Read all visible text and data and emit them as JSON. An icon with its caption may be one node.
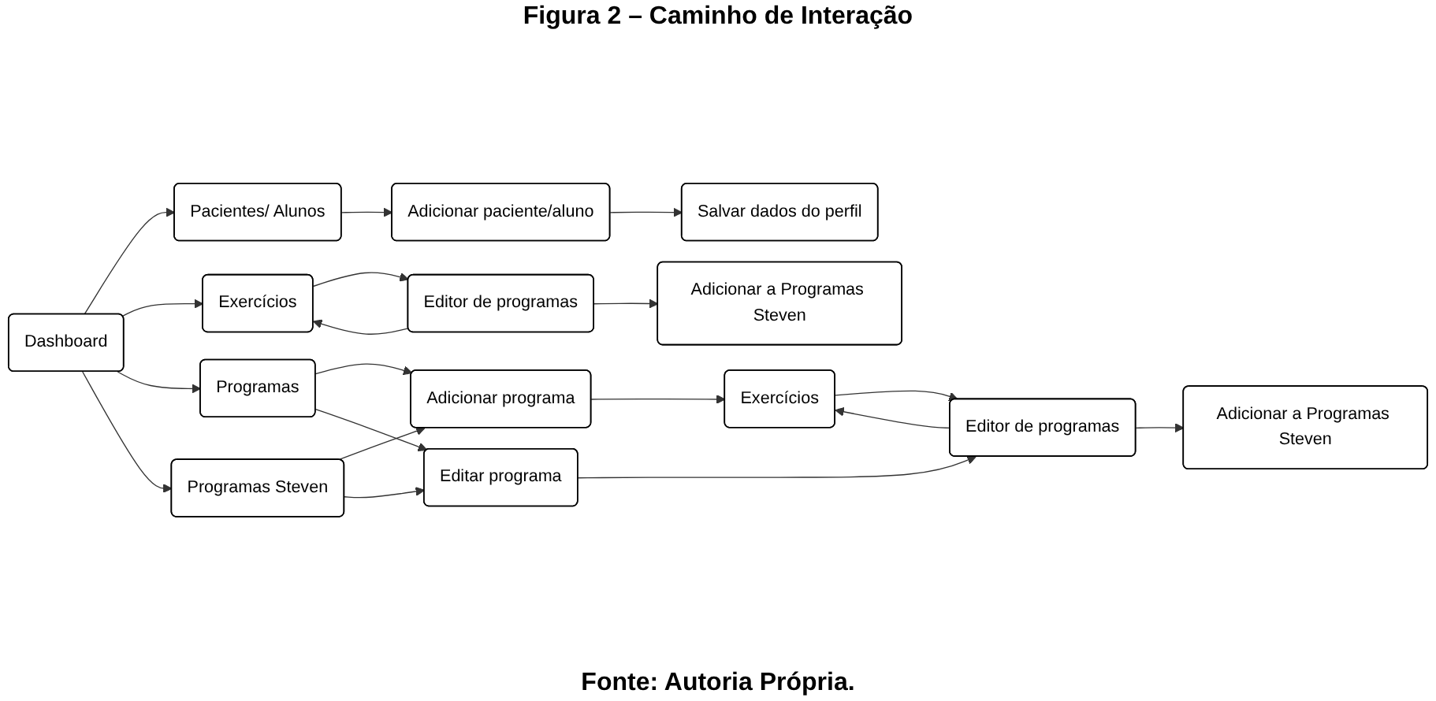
{
  "diagram": {
    "title": "Figura 2 – Caminho de Interação",
    "caption": "Fonte: Autoria Própria.",
    "nodes": [
      {
        "text": [
          "Dashboard"
        ]
      },
      {
        "text": [
          "Pacientes/ Alunos"
        ]
      },
      {
        "text": [
          "Adicionar paciente/aluno"
        ]
      },
      {
        "text": [
          "Salvar dados do perfil"
        ]
      },
      {
        "text": [
          "Exercícios"
        ]
      },
      {
        "text": [
          "Editor de programas"
        ]
      },
      {
        "text": [
          "Adicionar a Programas Steven"
        ]
      },
      {
        "text": [
          "Programas"
        ]
      },
      {
        "text": [
          "Adicionar programa"
        ]
      },
      {
        "text": [
          "Exercícios"
        ]
      },
      {
        "text": [
          "Programas Steven"
        ]
      },
      {
        "text": [
          "Editar programa"
        ]
      },
      {
        "text": [
          "Editor de programas"
        ]
      },
      {
        "text": [
          "Adicionar a Programas Steven"
        ]
      }
    ],
    "edges": [
      {
        "from": 0,
        "to": 1,
        "arrow": "to"
      },
      {
        "from": 0,
        "to": 4,
        "arrow": "to"
      },
      {
        "from": 0,
        "to": 7,
        "arrow": "to"
      },
      {
        "from": 0,
        "to": 10,
        "arrow": "to"
      },
      {
        "from": 1,
        "to": 2,
        "arrow": "to"
      },
      {
        "from": 2,
        "to": 3,
        "arrow": "to"
      },
      {
        "from": 4,
        "to": 5,
        "arrow": "to"
      },
      {
        "from": 5,
        "to": 4,
        "arrow": "to"
      },
      {
        "from": 5,
        "to": 6,
        "arrow": "to"
      },
      {
        "from": 7,
        "to": 8,
        "arrow": "to"
      },
      {
        "from": 7,
        "to": 11,
        "arrow": "to"
      },
      {
        "from": 10,
        "to": 8,
        "arrow": "to"
      },
      {
        "from": 10,
        "to": 11,
        "arrow": "to"
      },
      {
        "from": 8,
        "to": 9,
        "arrow": "to"
      },
      {
        "from": 9,
        "to": 12,
        "arrow": "to"
      },
      {
        "from": 12,
        "to": 9,
        "arrow": "to"
      },
      {
        "from": 11,
        "to": 12,
        "arrow": "to"
      },
      {
        "from": 12,
        "to": 13,
        "arrow": "to"
      }
    ]
  }
}
